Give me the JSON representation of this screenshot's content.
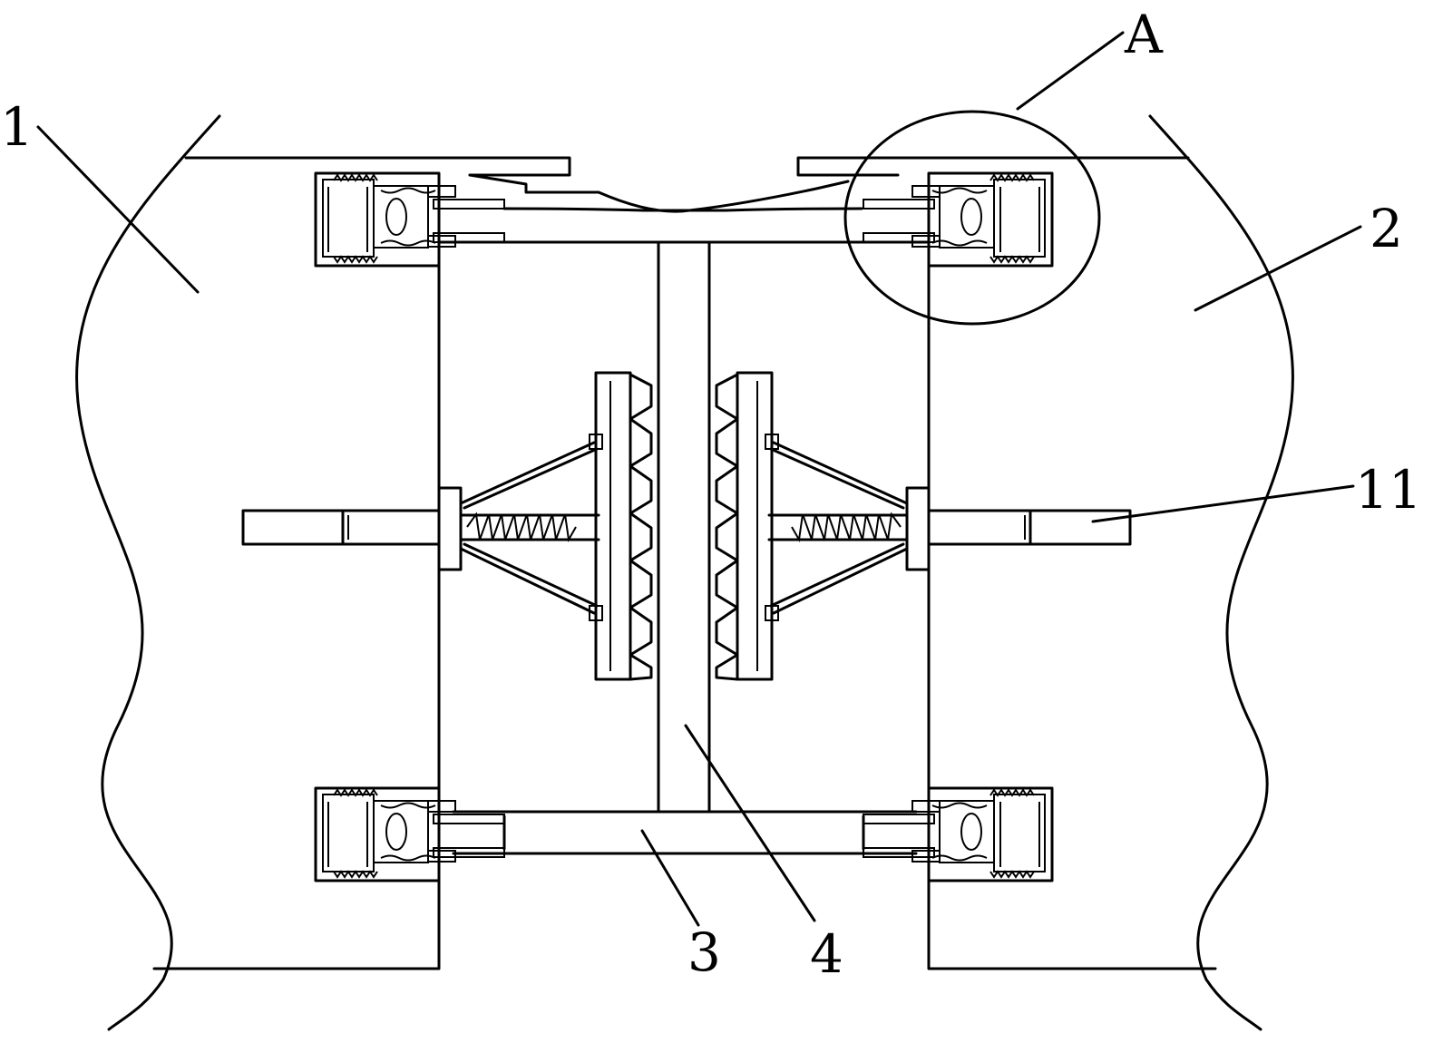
{
  "figure": {
    "labels": {
      "part_1": "1",
      "part_2": "2",
      "part_3": "3",
      "part_4": "4",
      "part_11": "11",
      "detail_A": "A"
    }
  }
}
